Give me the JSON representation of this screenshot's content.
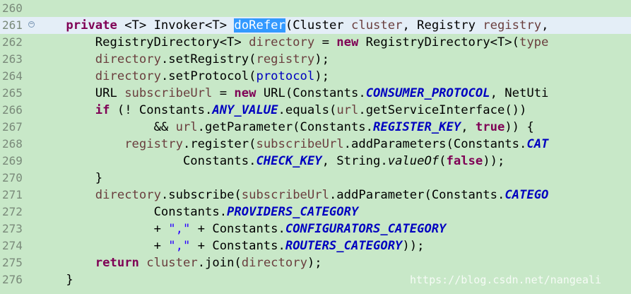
{
  "editor": {
    "current_line": "261",
    "lines": [
      {
        "num": "260",
        "tokens": []
      },
      {
        "num": "261",
        "fold": "−",
        "tokens": [
          {
            "t": "    "
          },
          {
            "t": "private",
            "c": "kw"
          },
          {
            "t": " <T> Invoker<T> "
          },
          {
            "t": "doRefer",
            "c": "sel"
          },
          {
            "t": "(Cluster "
          },
          {
            "t": "cluster",
            "c": "prm"
          },
          {
            "t": ", Registry "
          },
          {
            "t": "registry",
            "c": "prm"
          },
          {
            "t": ","
          }
        ]
      },
      {
        "num": "262",
        "tokens": [
          {
            "t": "        RegistryDirectory<T> "
          },
          {
            "t": "directory",
            "c": "prm"
          },
          {
            "t": " = "
          },
          {
            "t": "new",
            "c": "kw"
          },
          {
            "t": " RegistryDirectory<T>("
          },
          {
            "t": "type",
            "c": "prm"
          }
        ]
      },
      {
        "num": "263",
        "tokens": [
          {
            "t": "        "
          },
          {
            "t": "directory",
            "c": "prm"
          },
          {
            "t": ".setRegistry("
          },
          {
            "t": "registry",
            "c": "prm"
          },
          {
            "t": ");"
          }
        ]
      },
      {
        "num": "264",
        "tokens": [
          {
            "t": "        "
          },
          {
            "t": "directory",
            "c": "prm"
          },
          {
            "t": ".setProtocol("
          },
          {
            "t": "protocol",
            "c": "fld"
          },
          {
            "t": ");"
          }
        ]
      },
      {
        "num": "265",
        "tokens": [
          {
            "t": "        URL "
          },
          {
            "t": "subscribeUrl",
            "c": "prm"
          },
          {
            "t": " = "
          },
          {
            "t": "new",
            "c": "kw"
          },
          {
            "t": " URL(Constants."
          },
          {
            "t": "CONSUMER_PROTOCOL",
            "c": "con"
          },
          {
            "t": ", NetUti"
          }
        ]
      },
      {
        "num": "266",
        "tokens": [
          {
            "t": "        "
          },
          {
            "t": "if",
            "c": "kw"
          },
          {
            "t": " (! Constants."
          },
          {
            "t": "ANY_VALUE",
            "c": "con"
          },
          {
            "t": ".equals("
          },
          {
            "t": "url",
            "c": "prm"
          },
          {
            "t": ".getServiceInterface())"
          }
        ]
      },
      {
        "num": "267",
        "tokens": [
          {
            "t": "                && "
          },
          {
            "t": "url",
            "c": "prm"
          },
          {
            "t": ".getParameter(Constants."
          },
          {
            "t": "REGISTER_KEY",
            "c": "con"
          },
          {
            "t": ", "
          },
          {
            "t": "true",
            "c": "kw"
          },
          {
            "t": ")) {"
          }
        ]
      },
      {
        "num": "268",
        "tokens": [
          {
            "t": "            "
          },
          {
            "t": "registry",
            "c": "prm"
          },
          {
            "t": ".register("
          },
          {
            "t": "subscribeUrl",
            "c": "prm"
          },
          {
            "t": ".addParameters(Constants."
          },
          {
            "t": "CAT",
            "c": "con"
          }
        ]
      },
      {
        "num": "269",
        "tokens": [
          {
            "t": "                    Constants."
          },
          {
            "t": "CHECK_KEY",
            "c": "con"
          },
          {
            "t": ", String."
          },
          {
            "t": "valueOf",
            "c": "ital"
          },
          {
            "t": "("
          },
          {
            "t": "false",
            "c": "kw"
          },
          {
            "t": "));"
          }
        ]
      },
      {
        "num": "270",
        "tokens": [
          {
            "t": "        }"
          }
        ]
      },
      {
        "num": "271",
        "tokens": [
          {
            "t": "        "
          },
          {
            "t": "directory",
            "c": "prm"
          },
          {
            "t": ".subscribe("
          },
          {
            "t": "subscribeUrl",
            "c": "prm"
          },
          {
            "t": ".addParameter(Constants."
          },
          {
            "t": "CATEGO",
            "c": "con"
          }
        ]
      },
      {
        "num": "272",
        "tokens": [
          {
            "t": "                Constants."
          },
          {
            "t": "PROVIDERS_CATEGORY",
            "c": "con"
          }
        ]
      },
      {
        "num": "273",
        "tokens": [
          {
            "t": "                + "
          },
          {
            "t": "\",\"",
            "c": "str"
          },
          {
            "t": " + Constants."
          },
          {
            "t": "CONFIGURATORS_CATEGORY",
            "c": "con"
          }
        ]
      },
      {
        "num": "274",
        "tokens": [
          {
            "t": "                + "
          },
          {
            "t": "\",\"",
            "c": "str"
          },
          {
            "t": " + Constants."
          },
          {
            "t": "ROUTERS_CATEGORY",
            "c": "con"
          },
          {
            "t": "));"
          }
        ]
      },
      {
        "num": "275",
        "tokens": [
          {
            "t": "        "
          },
          {
            "t": "return",
            "c": "kw"
          },
          {
            "t": " "
          },
          {
            "t": "cluster",
            "c": "prm"
          },
          {
            "t": ".join("
          },
          {
            "t": "directory",
            "c": "prm"
          },
          {
            "t": ");"
          }
        ]
      },
      {
        "num": "276",
        "tokens": [
          {
            "t": "    }"
          }
        ]
      }
    ]
  },
  "watermark": "https://blog.csdn.net/nangeali"
}
